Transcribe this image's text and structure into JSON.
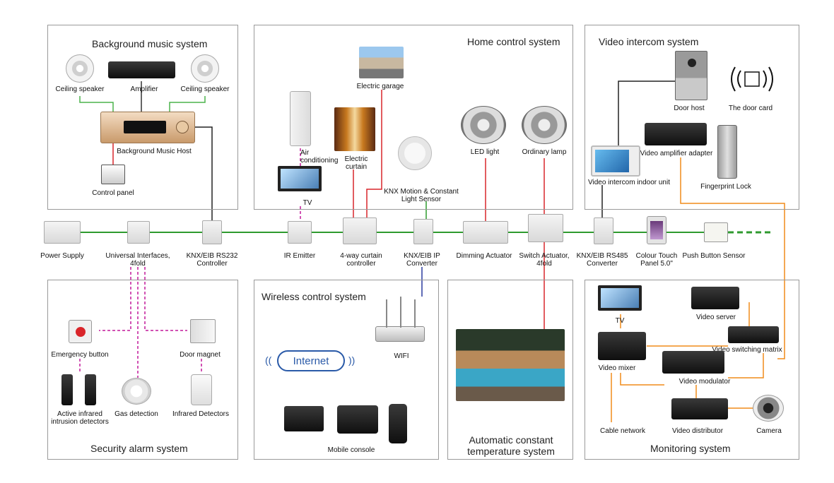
{
  "sections": {
    "background_music": "Background music system",
    "home_control": "Home control system",
    "video_intercom": "Video intercom system",
    "security_alarm": "Security alarm system",
    "wireless_control": "Wireless control system",
    "auto_temp": "Automatic constant temperature system",
    "monitoring": "Monitoring system"
  },
  "music": {
    "ceiling_speaker_left": "Ceiling speaker",
    "amplifier": "Amplifier",
    "ceiling_speaker_right": "Ceiling speaker",
    "host": "Background Music Host",
    "control_panel": "Control panel"
  },
  "home": {
    "electric_garage": "Electric garage",
    "air_conditioning": "Air conditioning",
    "electric_curtain": "Electric curtain",
    "tv": "TV",
    "sensor": "KNX Motion & Constant Light Sensor",
    "led_light": "LED light",
    "ordinary_lamp": "Ordinary lamp"
  },
  "intercom": {
    "door_host": "Door host",
    "door_card": "The door card",
    "amp_adapter": "Video amplifier adapter",
    "indoor_unit": "Video intercom indoor unit",
    "fingerprint_lock": "Fingerprint Lock"
  },
  "bus": {
    "power_supply": "Power Supply",
    "universal_interfaces": "Universal Interfaces, 4fold",
    "rs232": "KNX/EIB RS232 Controller",
    "ir_emitter": "IR Emitter",
    "curtain_controller": "4-way curtain controller",
    "ip_converter": "KNX/EIB IP Converter",
    "dimming_actuator": "Dimming Actuator",
    "switch_actuator": "Switch Actuator, 4fold",
    "rs485": "KNX/EIB RS485 Converter",
    "touch_panel": "Colour Touch Panel 5.0\"",
    "push_button": "Push Button Sensor"
  },
  "security": {
    "emergency_button": "Emergency button",
    "door_magnet": "Door magnet",
    "active_infrared": "Active infrared intrusion detectors",
    "gas_detection": "Gas detection",
    "infrared_detectors": "Infrared Detectors"
  },
  "wireless": {
    "internet": "Internet",
    "wifi": "WIFI",
    "mobile_console": "Mobile console"
  },
  "monitoring": {
    "tv": "TV",
    "video_server": "Video server",
    "switching_matrix": "Video switching matrix",
    "video_mixer": "Video mixer",
    "video_modulator": "Video modulator",
    "cable_network": "Cable network",
    "video_distributor": "Video distributor",
    "camera": "Camera"
  },
  "colors": {
    "bus_line": "#2e9a2e",
    "control_line": "#d9252a",
    "alarm_line": "#c2189a",
    "ip_line": "#2a3a9e",
    "video_line": "#f08c1a",
    "box_border": "#9a9a9a"
  }
}
